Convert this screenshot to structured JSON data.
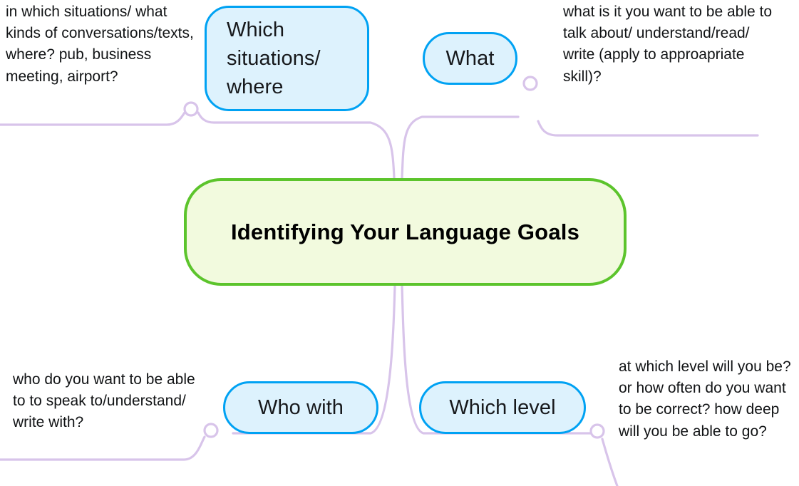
{
  "diagram": {
    "type": "mind-map",
    "title": "Identifying Your Language Goals",
    "colors": {
      "center_fill": "#f2fade",
      "center_border": "#5cc42c",
      "branch_fill": "#ddf2fd",
      "branch_border": "#00a2f3",
      "connector": "#d8c4ea",
      "text": "#111315",
      "background": "#ffffff"
    },
    "center": {
      "label": "Identifying Your Language Goals"
    },
    "branches": [
      {
        "id": "situations",
        "label": "Which situations/ where",
        "note": "in which situations/ what kinds of conversations/texts, where? pub, business meeting, airport?",
        "position": "top-left"
      },
      {
        "id": "what",
        "label": "What",
        "note": "what is it you want to be able to talk about/ understand/read/ write (apply to approapriate skill)?",
        "position": "top-right"
      },
      {
        "id": "who-with",
        "label": "Who with",
        "note": "who do you want to be able to to speak to/understand/ write with?",
        "position": "bottom-left"
      },
      {
        "id": "which-level",
        "label": "Which level",
        "note": "at which level will you be? or how often do you want to be correct? how deep will you be able to go?",
        "position": "bottom-right"
      }
    ]
  }
}
